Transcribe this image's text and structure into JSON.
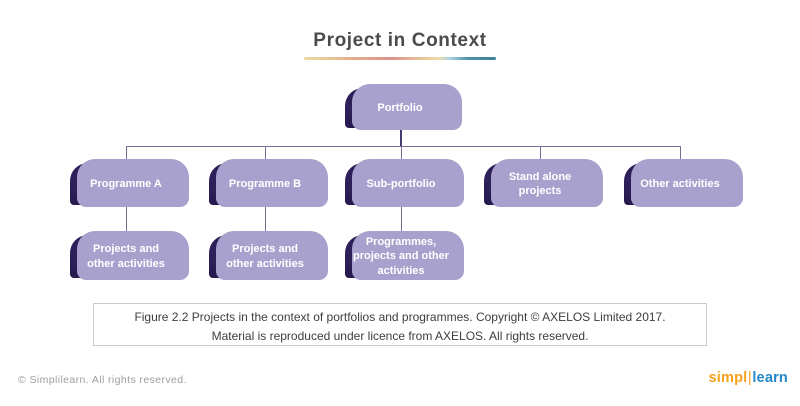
{
  "header": {
    "title": "Project in Context"
  },
  "diagram": {
    "nodes": {
      "portfolio": {
        "label": "Portfolio"
      },
      "row2": [
        {
          "label": "Programme A"
        },
        {
          "label": "Programme B"
        },
        {
          "label": "Sub-portfolio"
        },
        {
          "label": "Stand alone projects"
        },
        {
          "label": "Other activities"
        }
      ],
      "row3": [
        {
          "label": "Projects and other activities"
        },
        {
          "label": "Projects and other activities"
        },
        {
          "label": "Programmes, projects and other activities"
        }
      ]
    },
    "colors": {
      "box_fill_dark": "#1e1342",
      "box_fill_mid": "#3b2b6d",
      "box_shadow": "#a9a1cd",
      "connector_line": "#7a6a96",
      "title_underline_gold": "#eada9f",
      "title_underline_salmon": "#d9938a",
      "title_underline_teal": "#3f7f9a"
    }
  },
  "caption": {
    "line1": "Figure 2.2 Projects in the context of portfolios and programmes. Copyright © AXELOS Limited 2017.",
    "line2": "Material is reproduced under licence from AXELOS. All rights reserved."
  },
  "footer": {
    "copyright": "© Simplilearn. All rights reserved.",
    "logo_part1": "simpl",
    "logo_separator": "|",
    "logo_part2": "learn"
  }
}
